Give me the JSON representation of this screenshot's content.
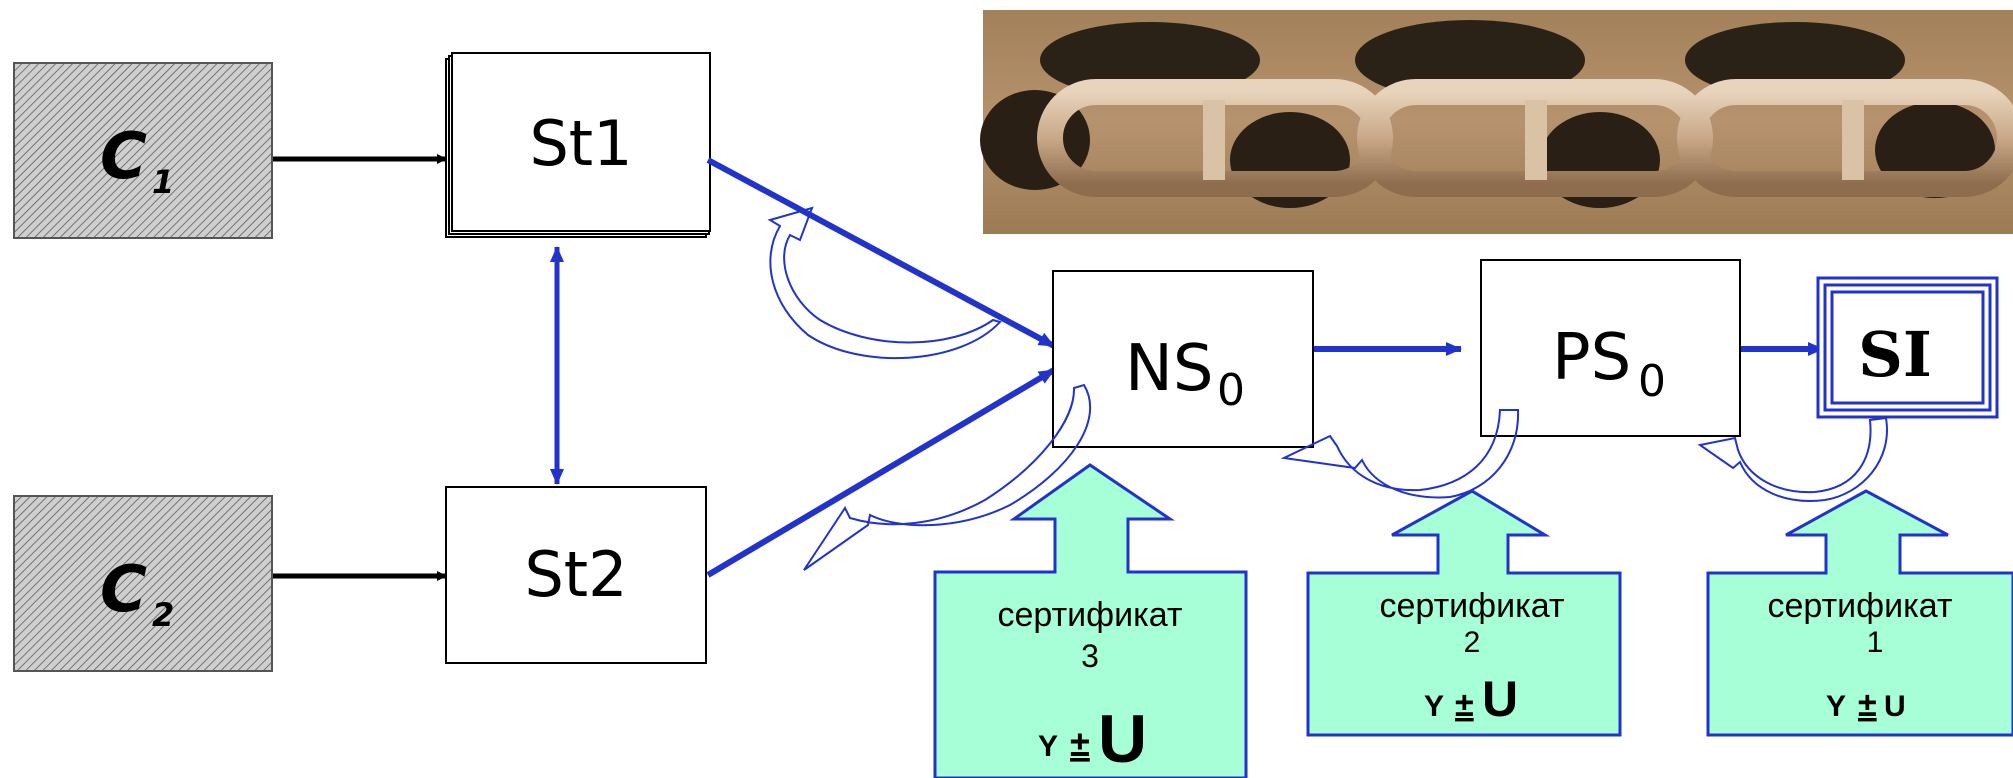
{
  "clients": [
    {
      "id": "C",
      "sub": "1"
    },
    {
      "id": "C",
      "sub": "2"
    }
  ],
  "stations": {
    "st1": "St1",
    "st2": "St2",
    "ns": {
      "main": "NS",
      "sub": "0"
    },
    "ps": {
      "main": "PS",
      "sub": "0"
    },
    "si": "SI"
  },
  "certificates": [
    {
      "label": "сертификат",
      "number": "3",
      "y": "Y",
      "pm": "±",
      "u": "U"
    },
    {
      "label": "сертификат",
      "number": "2",
      "y": "Y",
      "pm": "±",
      "u": "U"
    },
    {
      "label": "сертификат",
      "number": "1",
      "y": "Y",
      "pm": "±",
      "u": "U"
    }
  ],
  "photo": {
    "subject": "chain-links"
  },
  "colors": {
    "arrow_blue": "#2233cc",
    "arrow_black": "#000000",
    "cert_fill": "#a6ffd6",
    "cert_border": "#2233cc",
    "hatch": "#6a6a6a",
    "si_border": "#2233cc"
  }
}
